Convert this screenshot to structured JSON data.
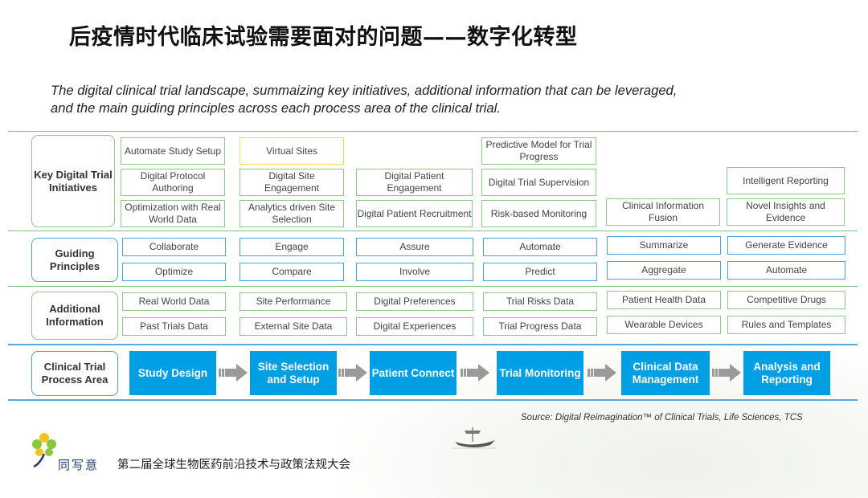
{
  "header": {
    "title": "后疫情时代临床试验需要面对的问题——数字化转型",
    "subtitle_line1": "The digital clinical trial landscape, summaizing key initiatives, additional information that can be leveraged,",
    "subtitle_line2": "and the main guiding principles across each process area of the clinical trial."
  },
  "row_labels": {
    "key_digital": "Key Digital Trial Initiatives",
    "guiding": "Guiding Principles",
    "additional": "Additional Information",
    "process": "Clinical Trial Process Area"
  },
  "initiatives": {
    "study_design": [
      "Automate Study Setup",
      "Digital Protocol Authoring",
      "Optimization with Real World Data"
    ],
    "site_selection": [
      "Virtual Sites",
      "Digital Site Engagement",
      "Analytics driven Site Selection"
    ],
    "patient_connect": [
      "Digital Patient Engagement",
      "Digital Patient Recruitment"
    ],
    "trial_monitoring": [
      "Predictive Model for Trial Progress",
      "Digital Trial Supervision",
      "Risk-based Monitoring"
    ],
    "clinical_data": [
      "Clinical Information Fusion"
    ],
    "analysis": [
      "Intelligent Reporting",
      "Novel Insights and Evidence"
    ]
  },
  "principles": {
    "row1": [
      "Collaborate",
      "Engage",
      "Assure",
      "Automate",
      "Summarize",
      "Generate Evidence"
    ],
    "row2": [
      "Optimize",
      "Compare",
      "Involve",
      "Predict",
      "Aggregate",
      "Automate"
    ]
  },
  "additional_info": {
    "row1": [
      "Real World Data",
      "Site Performance",
      "Digital Preferences",
      "Trial Risks Data",
      "Patient Health Data",
      "Competitive Drugs"
    ],
    "row2": [
      "Past Trials Data",
      "External Site Data",
      "Digital Experiences",
      "Trial Progress Data",
      "Wearable Devices",
      "Rules and Templates"
    ]
  },
  "process_steps": [
    "Study Design",
    "Site Selection and Setup",
    "Patient Connect",
    "Trial Monitoring",
    "Clinical Data Management",
    "Analysis and Reporting"
  ],
  "source": "Source: Digital Reimagination™ of Clinical Trials, Life Sciences, TCS",
  "footer": {
    "logo_text": "同写意",
    "conference": "第二届全球生物医药前沿技术与政策法规大会"
  },
  "colors": {
    "step_blue": "#009fe3",
    "green_border": "#8cc98a",
    "blue_border": "#4da3dc",
    "yellow_border": "#f1dc5c"
  }
}
